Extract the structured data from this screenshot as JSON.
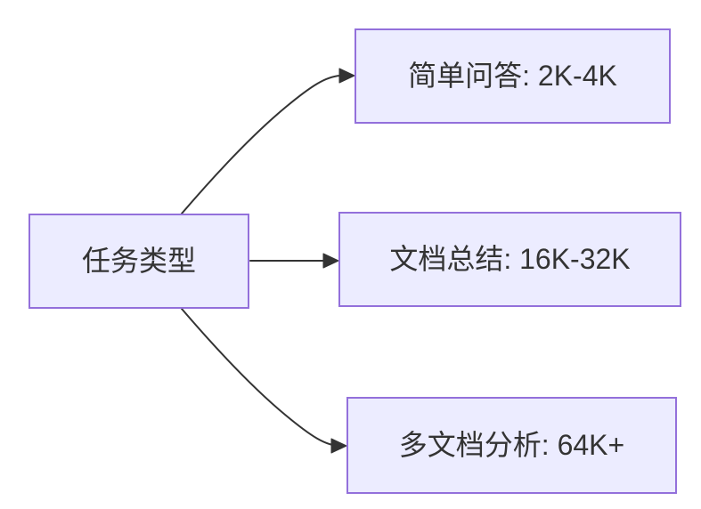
{
  "diagram": {
    "type": "flowchart-left-to-right",
    "root": {
      "label": "任务类型"
    },
    "branches": [
      {
        "label": "简单问答: 2K-4K"
      },
      {
        "label": "文档总结: 16K-32K"
      },
      {
        "label": "多文档分析: 64K+"
      }
    ]
  },
  "colors": {
    "background": "#FFFFFF",
    "node_fill": "#ECECFF",
    "node_border": "#9370DB",
    "edge": "#333333",
    "text": "#333333"
  }
}
